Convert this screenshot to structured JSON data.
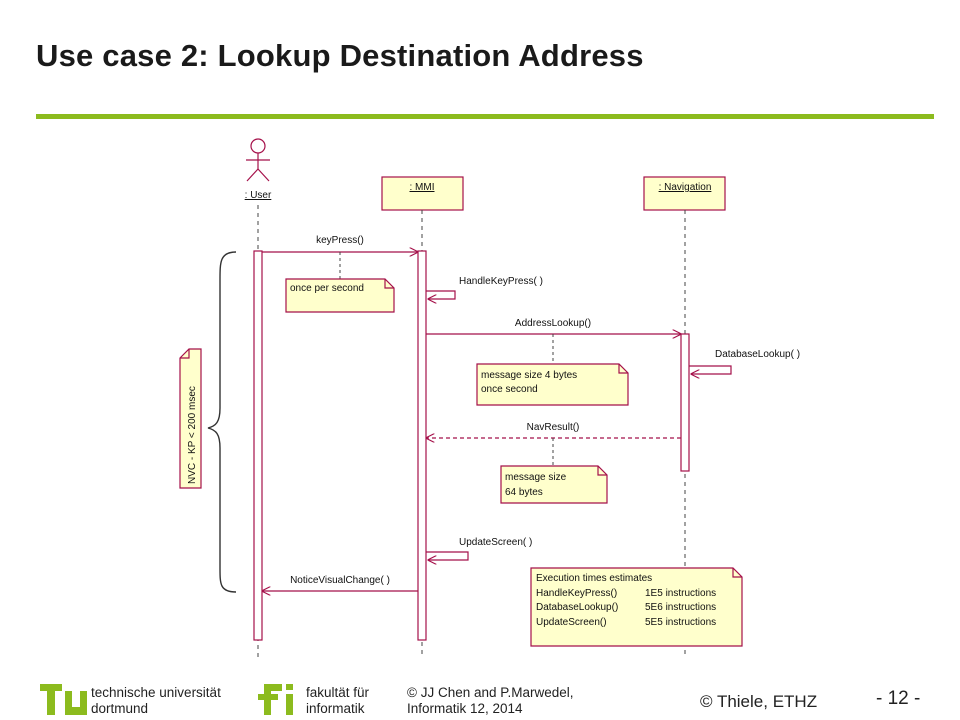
{
  "slide": {
    "title": "Use case 2: Lookup Destination Address"
  },
  "colors": {
    "accent_green": "#8cbb1e",
    "uml_line": "#a5104a",
    "note_fill": "#ffffcc",
    "note_border": "#a5104a"
  },
  "diagram": {
    "lifelines": {
      "user": ": User",
      "mmi": ": MMI",
      "navigation": ": Navigation"
    },
    "messages": {
      "key_press": "keyPress()",
      "handle_key_press": "HandleKeyPress( )",
      "address_lookup": "AddressLookup()",
      "database_lookup": "DatabaseLookup( )",
      "nav_result": "NavResult()",
      "update_screen": "UpdateScreen( )",
      "notice_visual_change": "NoticeVisualChange( )"
    },
    "notes": {
      "once_per_second": "once per second",
      "message_4_bytes": [
        "message size 4 bytes",
        "once second"
      ],
      "message_64_bytes": [
        "message size",
        "64 bytes"
      ],
      "execution_times": {
        "title": "Execution times estimates",
        "rows": [
          {
            "name": "HandleKeyPress()",
            "value": "1E5 instructions"
          },
          {
            "name": "DatabaseLookup()",
            "value": "5E6 instructions"
          },
          {
            "name": "UpdateScreen()",
            "value": "5E5 instructions"
          }
        ]
      },
      "constraint": "NVC - KP < 200 msec"
    }
  },
  "footer": {
    "university_line1": "technische universität",
    "university_line2": "dortmund",
    "faculty_line1": "fakultät für",
    "faculty_line2": "informatik",
    "credit_line1": "© JJ Chen and  P.Marwedel,",
    "credit_line2": "Informatik 12,  2014",
    "copyright": "© Thiele, ETHZ",
    "page": "- 12 -"
  }
}
